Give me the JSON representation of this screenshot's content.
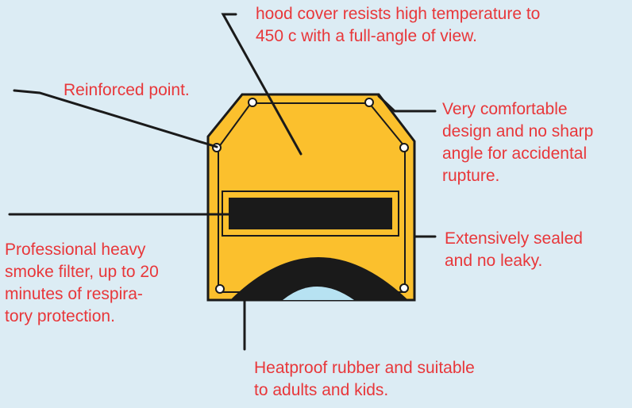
{
  "labels": {
    "hood": "hood cover resists high temperature to\n450 c with a full-angle of view.",
    "reinforced": "Reinforced point.",
    "comfort": "Very comfortable\ndesign and no sharp\nangle for accidental\nrupture.",
    "sealed": "Extensively sealed\nand no leaky.",
    "filter": "Professional heavy\nsmoke filter, up to 20\nminutes of respira-\ntory protection.",
    "rubber": "Heatproof rubber and suitable\nto adults and kids."
  },
  "colors": {
    "background": "#dcecf4",
    "hood": "#fbc02d",
    "outline": "#1a1a1a",
    "label": "#e8373a",
    "lens": "#b7e2f2"
  }
}
